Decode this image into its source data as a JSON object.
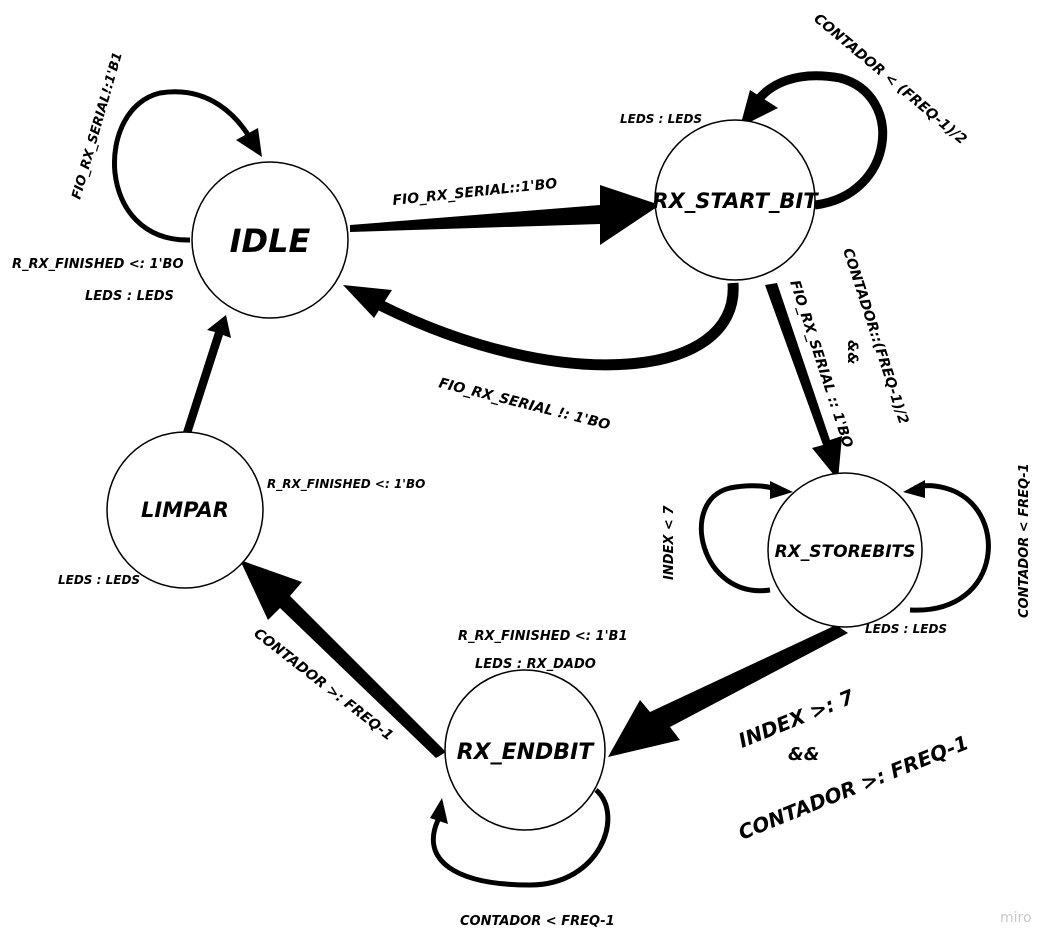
{
  "diagram": {
    "states": {
      "idle": "IDLE",
      "rx_start_bit": "RX_START_BIT",
      "rx_storebits": "RX_STOREBITS",
      "rx_endbit": "RX_ENDBIT",
      "limpar": "LIMPAR"
    },
    "labels": {
      "idle_self_loop": "FIO_RX_SERIAL!:1'B1",
      "idle_out_finished": "R_RX_FINISHED <: 1'BO",
      "idle_out_leds": "LEDS : LEDS",
      "idle_to_start": "FIO_RX_SERIAL::1'BO",
      "start_to_idle": "FIO_RX_SERIAL !: 1'BO",
      "start_self_loop": "CONTADOR < (FREQ-1)/2",
      "start_out_leds": "LEDS : LEDS",
      "start_to_store_cond1": "CONTADOR::(FREQ-1)/2",
      "start_to_store_and": "&&",
      "start_to_store_cond2": "FIO_RX_SERIAL :: 1'BO",
      "store_self_loop_left": "INDEX < 7",
      "store_self_loop_right": "CONTADOR < FREQ-1",
      "store_out_leds": "LEDS : LEDS",
      "store_to_end_cond1": "INDEX >: 7",
      "store_to_end_and": "&&",
      "store_to_end_cond2": "CONTADOR >: FREQ-1",
      "end_out_finished": "R_RX_FINISHED <: 1'B1",
      "end_out_leds": "LEDS : RX_DADO",
      "end_to_limpar": "CONTADOR >: FREQ-1",
      "end_self_loop": "CONTADOR < FREQ-1",
      "limpar_out_finished": "R_RX_FINISHED <: 1'BO",
      "limpar_out_leds": "LEDS : LEDS"
    },
    "watermark": "miro"
  }
}
